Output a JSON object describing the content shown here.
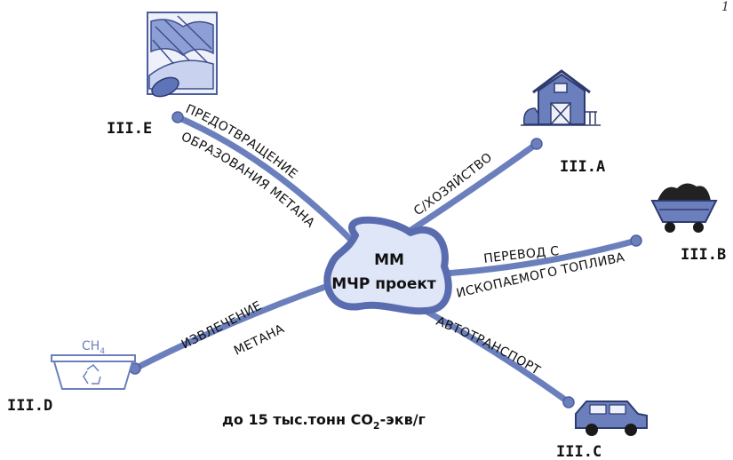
{
  "corner_mark": "1",
  "hub": {
    "line1": "MM",
    "line2": "МЧР проект"
  },
  "branches": {
    "E": {
      "id": "III.E",
      "line1": "ПРЕДОТВРАЩЕНИЕ",
      "line2": "ОБРАЗОВАНИЯ МЕТАНА",
      "icon": "landfill-icon"
    },
    "A": {
      "id": "III.A",
      "line1": "С/ХОЗЯЙСТВО",
      "icon": "barn-icon"
    },
    "B": {
      "id": "III.B",
      "line1": "ПЕРЕВОД С",
      "line2": "ИСКОПАЕМОГО ТОПЛИВА",
      "icon": "coal-cart-icon"
    },
    "C": {
      "id": "III.C",
      "line1": "АВТОТРАНСПОРТ",
      "icon": "car-icon"
    },
    "D": {
      "id": "III.D",
      "line1": "ИЗВЛЕЧЕНИЕ",
      "line2": "МЕТАНА",
      "icon": "recycling-bin-icon",
      "icon_text": "CH",
      "icon_text_sub": "4"
    }
  },
  "caption": {
    "prefix": "до 15 тыс.тонн CO",
    "sub": "2",
    "suffix": "-экв/г"
  },
  "colors": {
    "branch": "#6c7fbd",
    "hub_fill": "#dfe6f7",
    "hub_stroke": "#5a6cb0",
    "icon": "#5f74b8"
  }
}
